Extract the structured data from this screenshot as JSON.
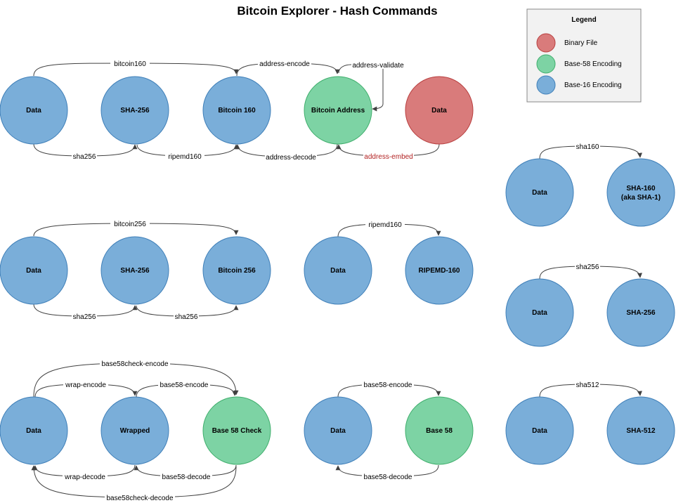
{
  "title": "Bitcoin Explorer - Hash Commands",
  "legend": {
    "title": "Legend",
    "items": [
      {
        "label": "Binary File",
        "kind": "binary"
      },
      {
        "label": "Base-58 Encoding",
        "kind": "b58"
      },
      {
        "label": "Base-16 Encoding",
        "kind": "b16"
      }
    ]
  },
  "colors": {
    "b16_fill": "#7aaed9",
    "b16_stroke": "#3f7fb8",
    "b58_fill": "#7dd3a4",
    "b58_stroke": "#3fae6c",
    "binary_fill": "#d97b7b",
    "binary_stroke": "#b83f3f",
    "edge": "#404040",
    "red_label": "#b22222"
  },
  "nodes": [
    {
      "id": "data1",
      "label": "Data",
      "kind": "b16"
    },
    {
      "id": "sha256a",
      "label": "SHA-256",
      "kind": "b16"
    },
    {
      "id": "bc160",
      "label": "Bitcoin 160",
      "kind": "b16"
    },
    {
      "id": "bcaddr",
      "label": "Bitcoin Address",
      "kind": "b58"
    },
    {
      "id": "databin",
      "label": "Data",
      "kind": "binary"
    },
    {
      "id": "data2",
      "label": "Data",
      "kind": "b16"
    },
    {
      "id": "sha256b",
      "label": "SHA-256",
      "kind": "b16"
    },
    {
      "id": "bc256",
      "label": "Bitcoin 256",
      "kind": "b16"
    },
    {
      "id": "data3",
      "label": "Data",
      "kind": "b16"
    },
    {
      "id": "ripemd",
      "label": "RIPEMD-160",
      "kind": "b16"
    },
    {
      "id": "data4",
      "label": "Data",
      "kind": "b16"
    },
    {
      "id": "wrapped",
      "label": "Wrapped",
      "kind": "b16"
    },
    {
      "id": "b58check",
      "label": "Base 58 Check",
      "kind": "b58"
    },
    {
      "id": "data5",
      "label": "Data",
      "kind": "b16"
    },
    {
      "id": "b58",
      "label": "Base 58",
      "kind": "b58"
    },
    {
      "id": "data6",
      "label": "Data",
      "kind": "b16"
    },
    {
      "id": "sha160",
      "label": "SHA-160",
      "label2": "(aka SHA-1)",
      "kind": "b16"
    },
    {
      "id": "data7",
      "label": "Data",
      "kind": "b16"
    },
    {
      "id": "sha256c",
      "label": "SHA-256",
      "kind": "b16"
    },
    {
      "id": "data8",
      "label": "Data",
      "kind": "b16"
    },
    {
      "id": "sha512",
      "label": "SHA-512",
      "kind": "b16"
    }
  ],
  "edges": [
    {
      "id": "e-bitcoin160",
      "label": "bitcoin160"
    },
    {
      "id": "e-address-encode",
      "label": "address-encode"
    },
    {
      "id": "e-address-validate",
      "label": "address-validate"
    },
    {
      "id": "e-sha256-1",
      "label": "sha256"
    },
    {
      "id": "e-ripemd160",
      "label": "ripemd160"
    },
    {
      "id": "e-address-decode",
      "label": "address-decode"
    },
    {
      "id": "e-address-embed",
      "label": "address-embed",
      "red": true
    },
    {
      "id": "e-sha160",
      "label": "sha160"
    },
    {
      "id": "e-bitcoin256",
      "label": "bitcoin256"
    },
    {
      "id": "e-ripemd160-2",
      "label": "ripemd160"
    },
    {
      "id": "e-sha256-2",
      "label": "sha256"
    },
    {
      "id": "e-sha256-3",
      "label": "sha256"
    },
    {
      "id": "e-sha256-4",
      "label": "sha256"
    },
    {
      "id": "e-base58check-encode",
      "label": "base58check-encode"
    },
    {
      "id": "e-wrap-encode",
      "label": "wrap-encode"
    },
    {
      "id": "e-base58-encode-1",
      "label": "base58-encode"
    },
    {
      "id": "e-base58-encode-2",
      "label": "base58-encode"
    },
    {
      "id": "e-sha512",
      "label": "sha512"
    },
    {
      "id": "e-wrap-decode",
      "label": "wrap-decode"
    },
    {
      "id": "e-base58-decode-1",
      "label": "base58-decode"
    },
    {
      "id": "e-base58-decode-2",
      "label": "base58-decode"
    },
    {
      "id": "e-base58check-decode",
      "label": "base58check-decode"
    }
  ]
}
